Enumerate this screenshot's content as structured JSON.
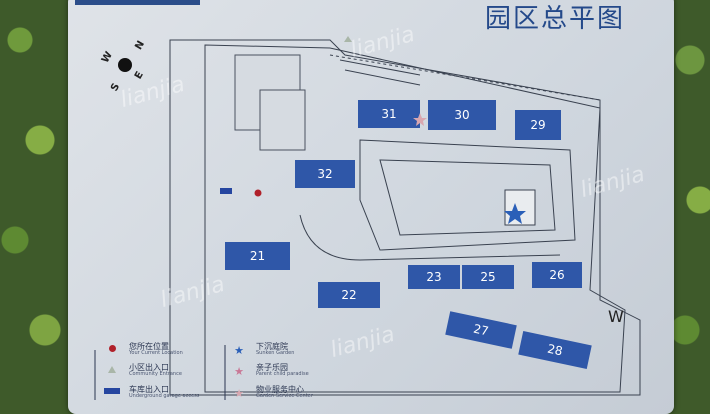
{
  "title": "园区总平图",
  "compass": {
    "letters": [
      "N",
      "W",
      "E",
      "S"
    ]
  },
  "buildings": [
    {
      "label": "31"
    },
    {
      "label": "30"
    },
    {
      "label": "29"
    },
    {
      "label": "32"
    },
    {
      "label": "21"
    },
    {
      "label": "22"
    },
    {
      "label": "23"
    },
    {
      "label": "25"
    },
    {
      "label": "26"
    },
    {
      "label": "27"
    },
    {
      "label": "28"
    }
  ],
  "legend": [
    {
      "zh": "您所在位置",
      "en": "Your Current Location",
      "icon": "red-dot-icon",
      "color": "#b0202a"
    },
    {
      "zh": "小区出入口",
      "en": "Community Entrance",
      "icon": "triangle-icon",
      "color": "#a9b6a8"
    },
    {
      "zh": "车库出入口",
      "en": "Underground garage access",
      "icon": "parking-icon",
      "color": "#2646a0"
    },
    {
      "zh": "下沉庭院",
      "en": "Sunken Garden",
      "icon": "blue-star-icon",
      "color": "#2a5fb8"
    },
    {
      "zh": "亲子乐园",
      "en": "Parent child paradise",
      "icon": "pink-star-icon",
      "color": "#c97896"
    },
    {
      "zh": "物业服务中心",
      "en": "Garden Service Center",
      "icon": "light-pink-star-icon",
      "color": "#d8a7b0"
    }
  ],
  "watermark": "lianjia",
  "colors": {
    "building": "#2f57a8",
    "title": "#24498a"
  }
}
